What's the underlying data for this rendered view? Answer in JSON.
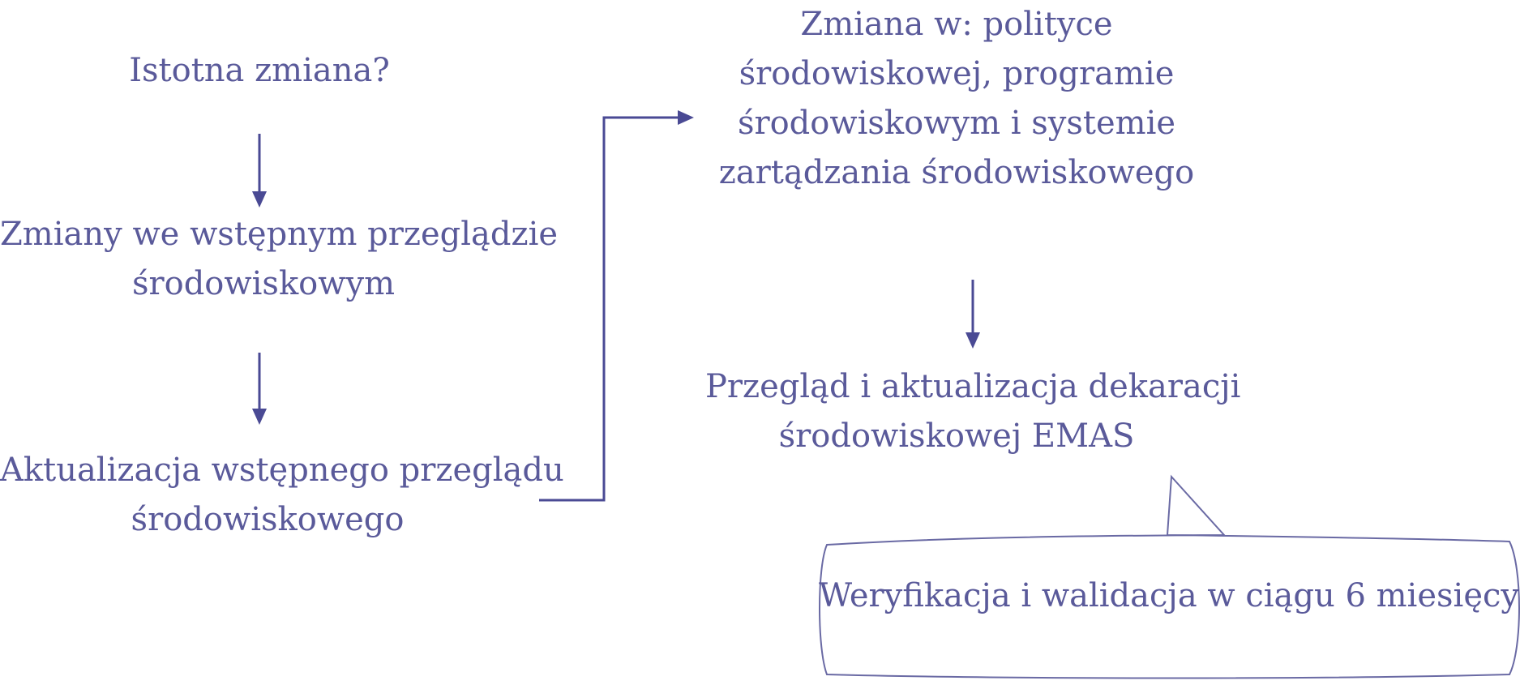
{
  "diagram": {
    "nodes": {
      "significant_change": {
        "lines": [
          "Istotna zmiana?"
        ]
      },
      "changes_initial_review": {
        "lines": [
          "Zmiany we wstępnym przeglądzie",
          "środowiskowym"
        ]
      },
      "update_initial_review": {
        "lines": [
          "Aktualizacja wstępnego przeglądu",
          "środowiskowego"
        ]
      },
      "change_policy_program_system": {
        "lines": [
          "Zmiana w: polityce",
          "środowiskowej, programie",
          "środowiskowym i systemie",
          "zartądzania środowiskowego"
        ]
      },
      "review_update_declaration": {
        "lines": [
          "Przegląd i aktualizacja dekaracji",
          "środowiskowej EMAS"
        ]
      }
    },
    "callout": {
      "text": "Weryfikacja i walidacja w ciągu 6 miesięcy"
    },
    "colors": {
      "text": "#5a5a9a",
      "arrow": "#4a4a94",
      "callout_border": "#6a6aa4"
    }
  }
}
